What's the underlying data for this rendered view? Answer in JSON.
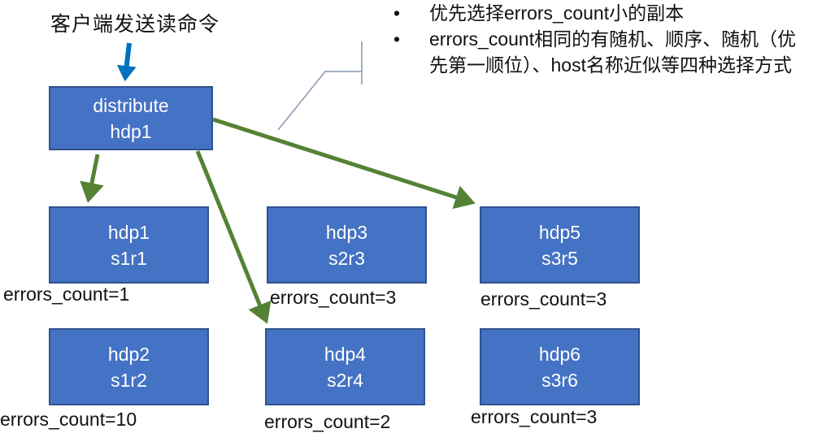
{
  "client_label": "客户端发送读命令",
  "notes": [
    "优先选择errors_count小的副本",
    "errors_count相同的有随机、顺序、随机（优先第一顺位）、host名称近似等四种选择方式"
  ],
  "distributor": {
    "line1": "distribute",
    "line2": "hdp1"
  },
  "replicas": [
    {
      "host": "hdp1",
      "replica": "s1r1",
      "errors": "errors_count=1"
    },
    {
      "host": "hdp3",
      "replica": "s2r3",
      "errors": "errors_count=3"
    },
    {
      "host": "hdp5",
      "replica": "s3r5",
      "errors": "errors_count=3"
    },
    {
      "host": "hdp2",
      "replica": "s1r2",
      "errors": "errors_count=10"
    },
    {
      "host": "hdp4",
      "replica": "s2r4",
      "errors": "errors_count=2"
    },
    {
      "host": "hdp6",
      "replica": "s3r6",
      "errors": "errors_count=3"
    }
  ],
  "colors": {
    "box": "#4472C4",
    "box_border": "#2F528F",
    "arrow_green": "#548235",
    "arrow_blue": "#0070C0",
    "bracket": "#8497B0"
  }
}
